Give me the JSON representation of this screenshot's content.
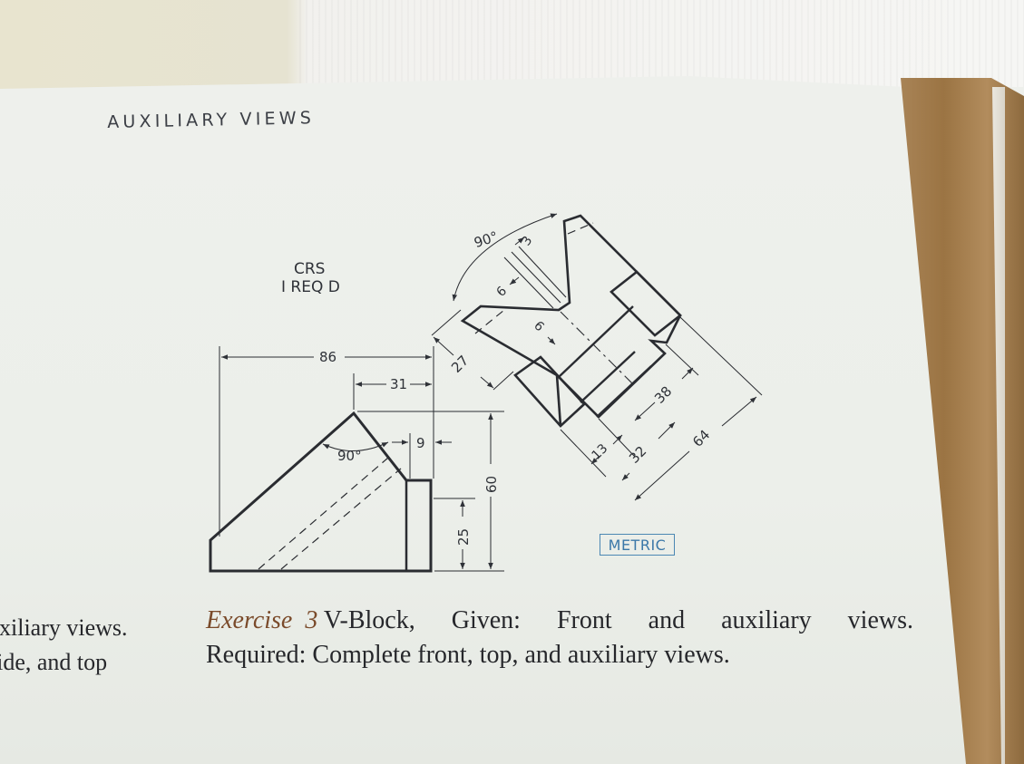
{
  "header": {
    "section_title": "AUXILIARY VIEWS"
  },
  "drawing": {
    "material_note": [
      "CRS",
      "I REQ D"
    ],
    "dimensions": {
      "overall_width": "86",
      "apex_offset": "31",
      "slot_depth": "9",
      "height": "60",
      "lower_height": "25",
      "v_angle": "90°",
      "aux_angle": "90°",
      "aux_gap": "3",
      "aux_slot_a": "6",
      "aux_slot_b": "6",
      "aux_width": "27",
      "aux_13": "13",
      "aux_32": "32",
      "aux_38": "38",
      "aux_64": "64"
    },
    "units_badge": "METRIC"
  },
  "caption": {
    "exercise_label": "Exercise",
    "exercise_number": "3",
    "line1_words": [
      "V-Block,",
      "Given:",
      "Front",
      "and",
      "auxiliary",
      "views."
    ],
    "line2": "Required: Complete front, top, and auxiliary views."
  },
  "left_page_fragment": {
    "line1": "uxiliary views.",
    "line2": "side, and top"
  }
}
